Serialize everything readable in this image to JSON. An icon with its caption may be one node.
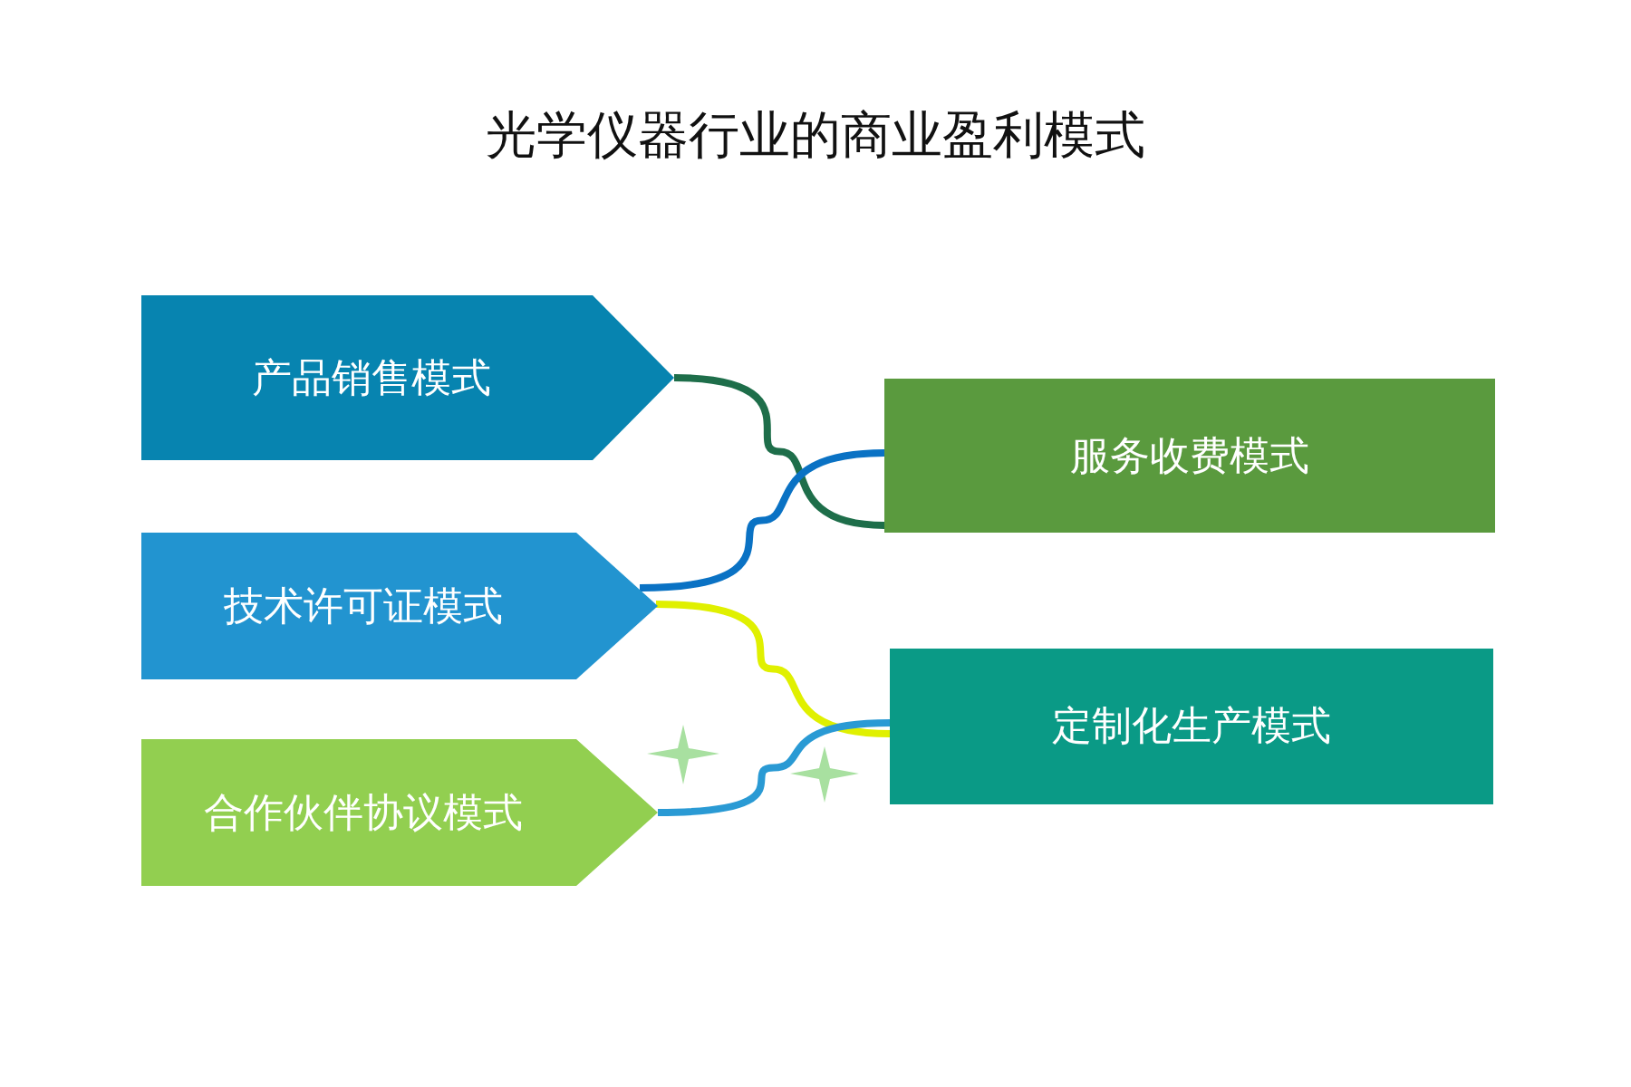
{
  "diagram": {
    "title": "光学仪器行业的商业盈利模式",
    "nodes": [
      {
        "text": [
          "产品销售模式"
        ]
      },
      {
        "text": [
          "技术许可证模式"
        ]
      },
      {
        "text": [
          "合作伙伴协议模式"
        ]
      },
      {
        "text": [
          "服务收费模式"
        ]
      },
      {
        "text": [
          "定制化生产模式"
        ]
      }
    ],
    "edges": [
      {
        "from": 0,
        "to": 3,
        "arrow": "none",
        "color": "#1e6e4a"
      },
      {
        "from": 1,
        "to": 3,
        "arrow": "none",
        "color": "#0a72c4"
      },
      {
        "from": 1,
        "to": 4,
        "arrow": "none",
        "color": "#e0f000"
      },
      {
        "from": 2,
        "to": 4,
        "arrow": "none",
        "color": "#2a9ad4"
      }
    ]
  }
}
